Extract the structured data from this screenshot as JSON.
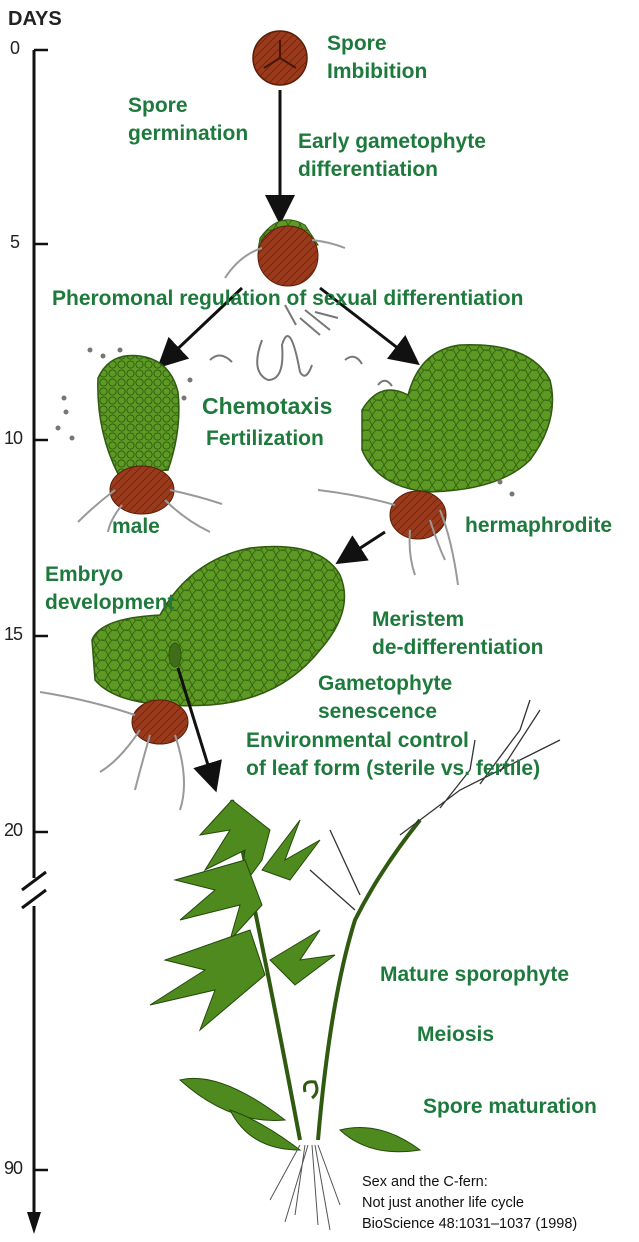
{
  "timeline": {
    "title": "DAYS",
    "ticks": [
      "0",
      "5",
      "10",
      "15",
      "20",
      "90"
    ]
  },
  "labels": {
    "spore_imbibition": [
      "Spore",
      "Imbibition"
    ],
    "spore_germination": [
      "Spore",
      "germination"
    ],
    "early_gametophyte": [
      "Early gametophyte",
      "differentiation"
    ],
    "pheromonal": "Pheromonal regulation of sexual differentiation",
    "chemotaxis": "Chemotaxis",
    "fertilization": "Fertilization",
    "male": "male",
    "hermaphrodite": "hermaphrodite",
    "embryo": [
      "Embryo",
      "development"
    ],
    "meristem": [
      "Meristem",
      "de-differentiation"
    ],
    "senescence": [
      "Gametophyte",
      "senescence"
    ],
    "leaf_form": [
      "Environmental control",
      "of leaf form (sterile vs. fertile)"
    ],
    "mature": "Mature sporophyte",
    "meiosis": "Meiosis",
    "spore_maturation": "Spore maturation"
  },
  "citation": [
    "Sex and the C-fern:",
    "Not just another life cycle",
    "BioScience 48:1031–1037 (1998)"
  ],
  "colors": {
    "label_green": "#1e7a3c",
    "plant_green": "#5c9a23",
    "spore_brown": "#9a3a1c"
  }
}
